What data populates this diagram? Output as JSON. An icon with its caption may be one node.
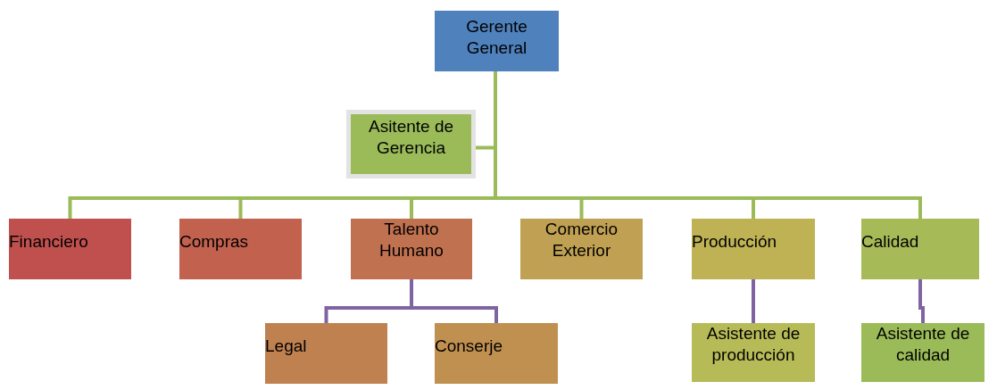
{
  "diagram": {
    "nodes": [
      {
        "text": [
          "Gerente General"
        ]
      },
      {
        "text": [
          "Asitente de Gerencia"
        ]
      },
      {
        "text": [
          "Financiero"
        ]
      },
      {
        "text": [
          "Compras"
        ]
      },
      {
        "text": [
          "Talento Humano"
        ]
      },
      {
        "text": [
          "Comercio Exterior"
        ]
      },
      {
        "text": [
          "Producción"
        ]
      },
      {
        "text": [
          "Calidad"
        ]
      },
      {
        "text": [
          "Legal"
        ]
      },
      {
        "text": [
          "Conserje"
        ]
      },
      {
        "text": [
          "Asistente de producción"
        ]
      },
      {
        "text": [
          "Asistente de calidad"
        ]
      }
    ],
    "edges": [
      {
        "from": 0,
        "to": 1,
        "arrow": "none"
      },
      {
        "from": 0,
        "to": 2,
        "arrow": "none"
      },
      {
        "from": 0,
        "to": 3,
        "arrow": "none"
      },
      {
        "from": 0,
        "to": 4,
        "arrow": "none"
      },
      {
        "from": 0,
        "to": 5,
        "arrow": "none"
      },
      {
        "from": 0,
        "to": 6,
        "arrow": "none"
      },
      {
        "from": 0,
        "to": 7,
        "arrow": "none"
      },
      {
        "from": 4,
        "to": 8,
        "arrow": "none",
        "color": "#8064a2"
      },
      {
        "from": 4,
        "to": 9,
        "arrow": "none",
        "color": "#8064a2"
      },
      {
        "from": 6,
        "to": 10,
        "arrow": "none",
        "color": "#8064a2"
      },
      {
        "from": 7,
        "to": 11,
        "arrow": "none",
        "color": "#8064a2"
      }
    ]
  }
}
